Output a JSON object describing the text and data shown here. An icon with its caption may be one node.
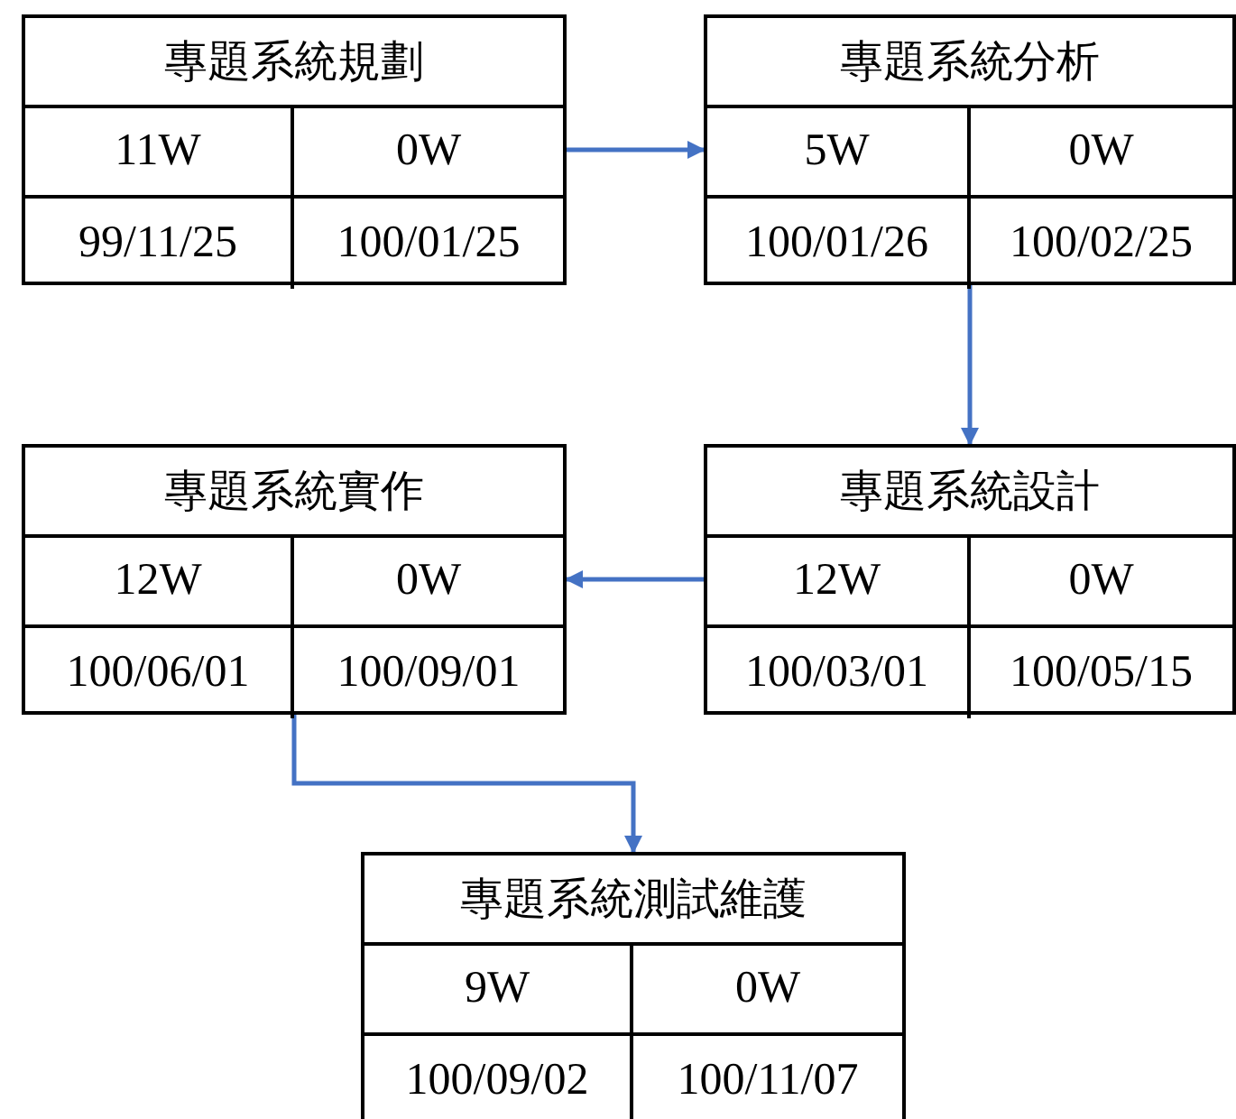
{
  "diagram": {
    "nodes": [
      {
        "text": [
          "專題系統規劃",
          "11W",
          "0W",
          "99/11/25",
          "100/01/25"
        ]
      },
      {
        "text": [
          "專題系統分析",
          "5W",
          "0W",
          "100/01/26",
          "100/02/25"
        ]
      },
      {
        "text": [
          "專題系統實作",
          "12W",
          "0W",
          "100/06/01",
          "100/09/01"
        ]
      },
      {
        "text": [
          "專題系統設計",
          "12W",
          "0W",
          "100/03/01",
          "100/05/15"
        ]
      },
      {
        "text": [
          "專題系統測試維護",
          "9W",
          "0W",
          "100/09/02",
          "100/11/07"
        ]
      }
    ],
    "edges": [
      {
        "from": 0,
        "to": 1,
        "arrow": "to"
      },
      {
        "from": 1,
        "to": 3,
        "arrow": "to"
      },
      {
        "from": 3,
        "to": 2,
        "arrow": "to"
      },
      {
        "from": 2,
        "to": 4,
        "arrow": "to"
      }
    ]
  }
}
